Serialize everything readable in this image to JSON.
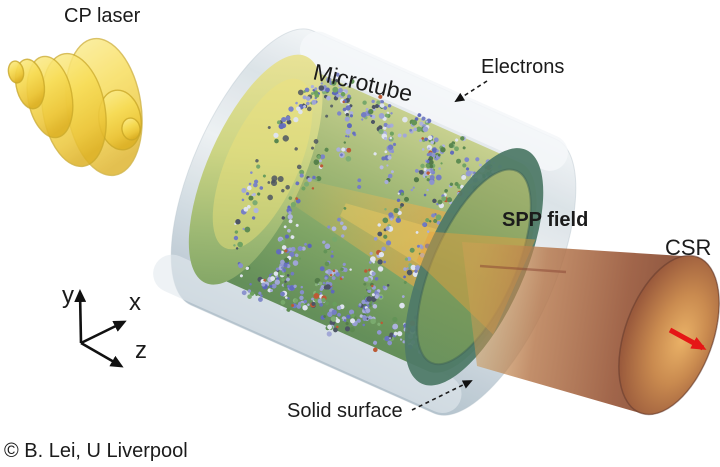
{
  "figure": {
    "labels": {
      "cp_laser": "CP laser",
      "microtube": "Microtube",
      "electrons": "Electrons",
      "spp_field": "SPP field",
      "csr": "CSR",
      "solid_surface": "Solid surface"
    },
    "axes": {
      "x_label": "x",
      "y_label": "y",
      "z_label": "z"
    },
    "copyright": "© B. Lei, U Liverpool",
    "colors": {
      "laser_yellow": "#f6d94e",
      "shell_gray_blue": "#d5dde2",
      "tube_green": "#7ba25f",
      "interior_yellow_green": "#d9d98b",
      "electron_blue": "#8089c4",
      "spp_orange": "#e8a03c",
      "csr_brown": "#9a5a3d",
      "arrow_red": "#e51616",
      "text": "#1b1b1b"
    }
  }
}
